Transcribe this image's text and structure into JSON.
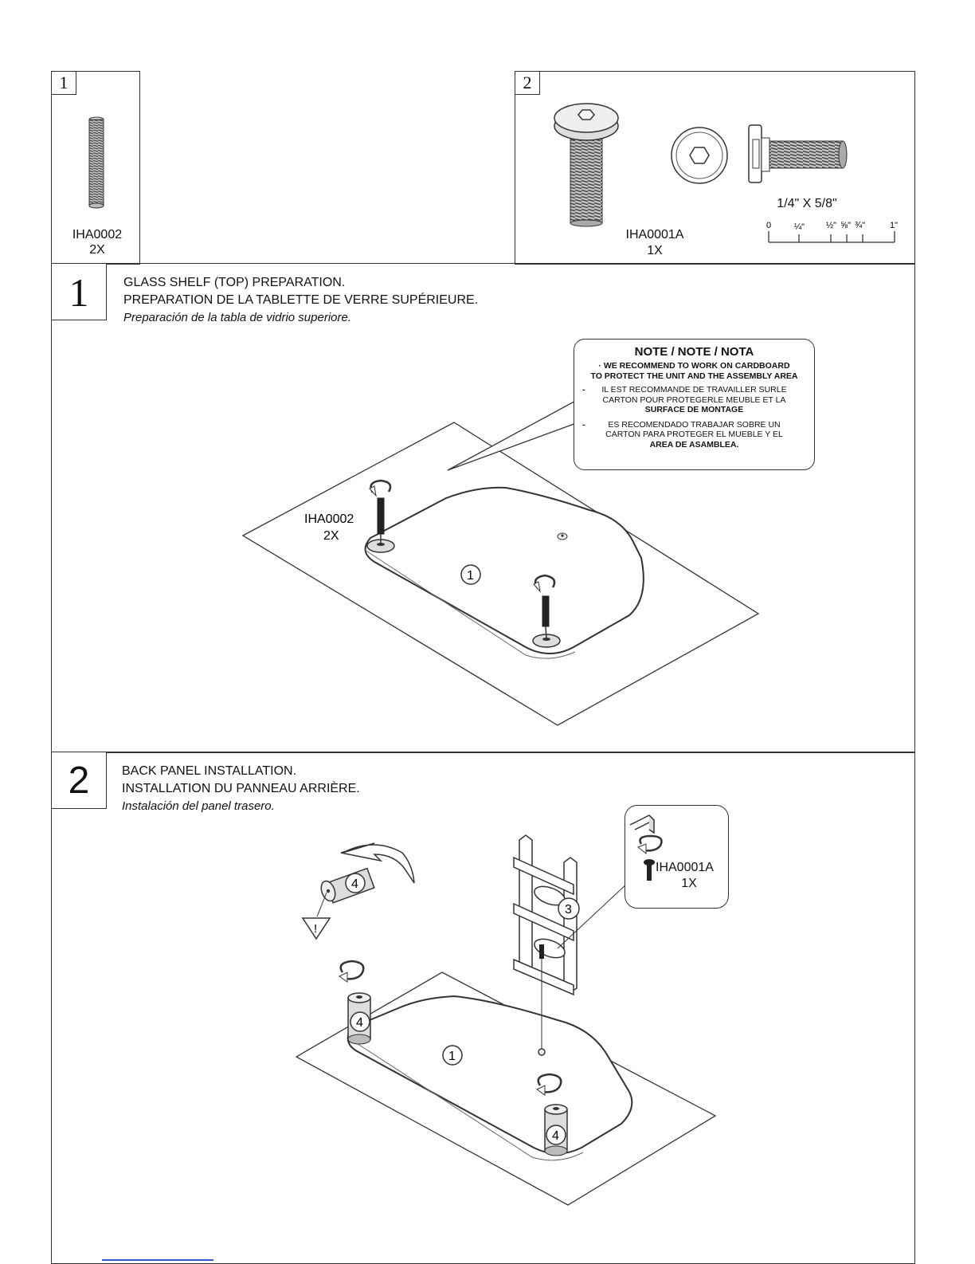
{
  "parts": {
    "part1": {
      "tag": "1",
      "code": "IHA0002",
      "qty": "2X"
    },
    "part2": {
      "tag": "2",
      "code": "IHA0001A",
      "qty": "1X",
      "size": "1/4\" X 5/8\"",
      "ruler_labels": [
        "0",
        "¼\"",
        "½\"",
        "⅝\"",
        "¾\"",
        "1\""
      ]
    }
  },
  "step1": {
    "number": "1",
    "title_en": "GLASS SHELF (TOP) PREPARATION.",
    "title_fr": "PREPARATION DE LA TABLETTE DE VERRE SUPÉRIEURE.",
    "title_es": "Preparación de la tabla de vidrio superiore.",
    "note": {
      "heading": "NOTE / NOTE / NOTA",
      "en_line1": "· WE RECOMMEND TO WORK ON CARDBOARD",
      "en_line2": "TO PROTECT THE UNIT AND THE ASSEMBLY AREA",
      "fr_line1": "IL EST RECOMMANDE DE TRAVAILLER SURLE",
      "fr_line2": "CARTON POUR PROTEGERLE MEUBLE ET LA",
      "fr_line3": "SURFACE DE MONTAGE",
      "es_line1": "ES RECOMENDADO TRABAJAR SOBRE UN",
      "es_line2": "CARTON PARA PROTEGER EL MUEBLE Y EL",
      "es_line3": "AREA DE ASAMBLEA.",
      "bullet": "-"
    },
    "callout_code": "IHA0002",
    "callout_qty": "2X",
    "shelf_marker": "1"
  },
  "step2": {
    "number": "2",
    "title_en": "BACK PANEL INSTALLATION.",
    "title_fr": "INSTALLATION DU PANNEAU ARRIÈRE.",
    "title_es": "Instalación del panel trasero.",
    "callout_code": "IHA0001A",
    "callout_qty": "1X",
    "panel_marker": "3",
    "post_marker": "4",
    "shelf_marker": "1",
    "warning_mark": "!"
  }
}
